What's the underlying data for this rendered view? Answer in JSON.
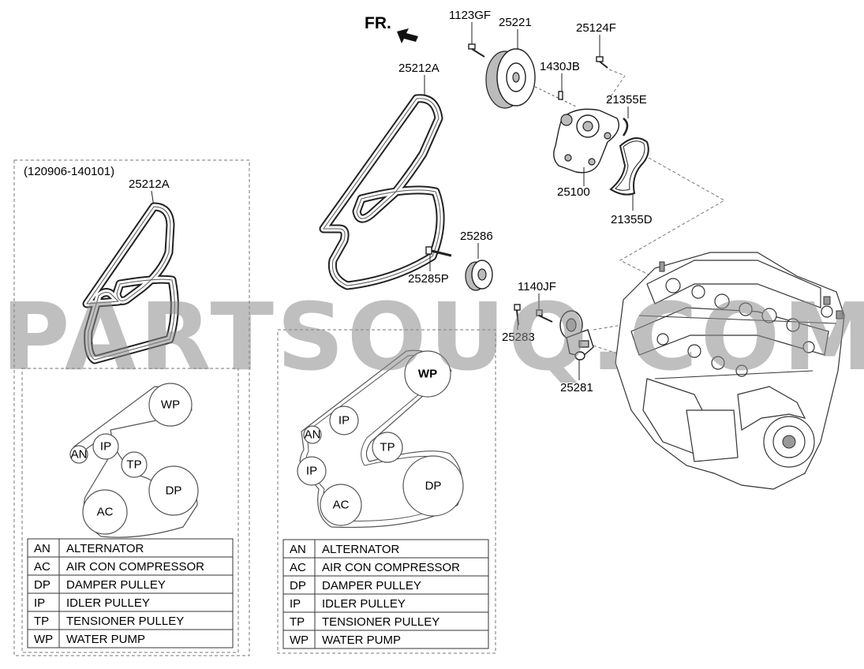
{
  "front_label": "FR.",
  "variant_box": {
    "date_range": "(120906-140101)",
    "belt_label": "25212A"
  },
  "part_labels": {
    "p1123GF": "1123GF",
    "p25221": "25221",
    "p25124F": "25124F",
    "p25212A": "25212A",
    "p1430JB": "1430JB",
    "p21355E": "21355E",
    "p25100": "25100",
    "p21355D": "21355D",
    "p25286": "25286",
    "p25285P": "25285P",
    "p1140JF": "1140JF",
    "p25283": "25283",
    "p25281": "25281"
  },
  "left_routing": {
    "pulleys": [
      "WP",
      "AN",
      "IP",
      "TP",
      "DP",
      "AC"
    ]
  },
  "right_routing": {
    "pulleys": [
      "WP",
      "IP",
      "AN",
      "TP",
      "IP",
      "DP",
      "AC"
    ]
  },
  "legend": [
    {
      "code": "AN",
      "name": "ALTERNATOR"
    },
    {
      "code": "AC",
      "name": "AIR CON COMPRESSOR"
    },
    {
      "code": "DP",
      "name": "DAMPER PULLEY"
    },
    {
      "code": "IP",
      "name": "IDLER PULLEY"
    },
    {
      "code": "TP",
      "name": "TENSIONER PULLEY"
    },
    {
      "code": "WP",
      "name": "WATER PUMP"
    }
  ],
  "watermark": "PARTSOUQ.COM"
}
